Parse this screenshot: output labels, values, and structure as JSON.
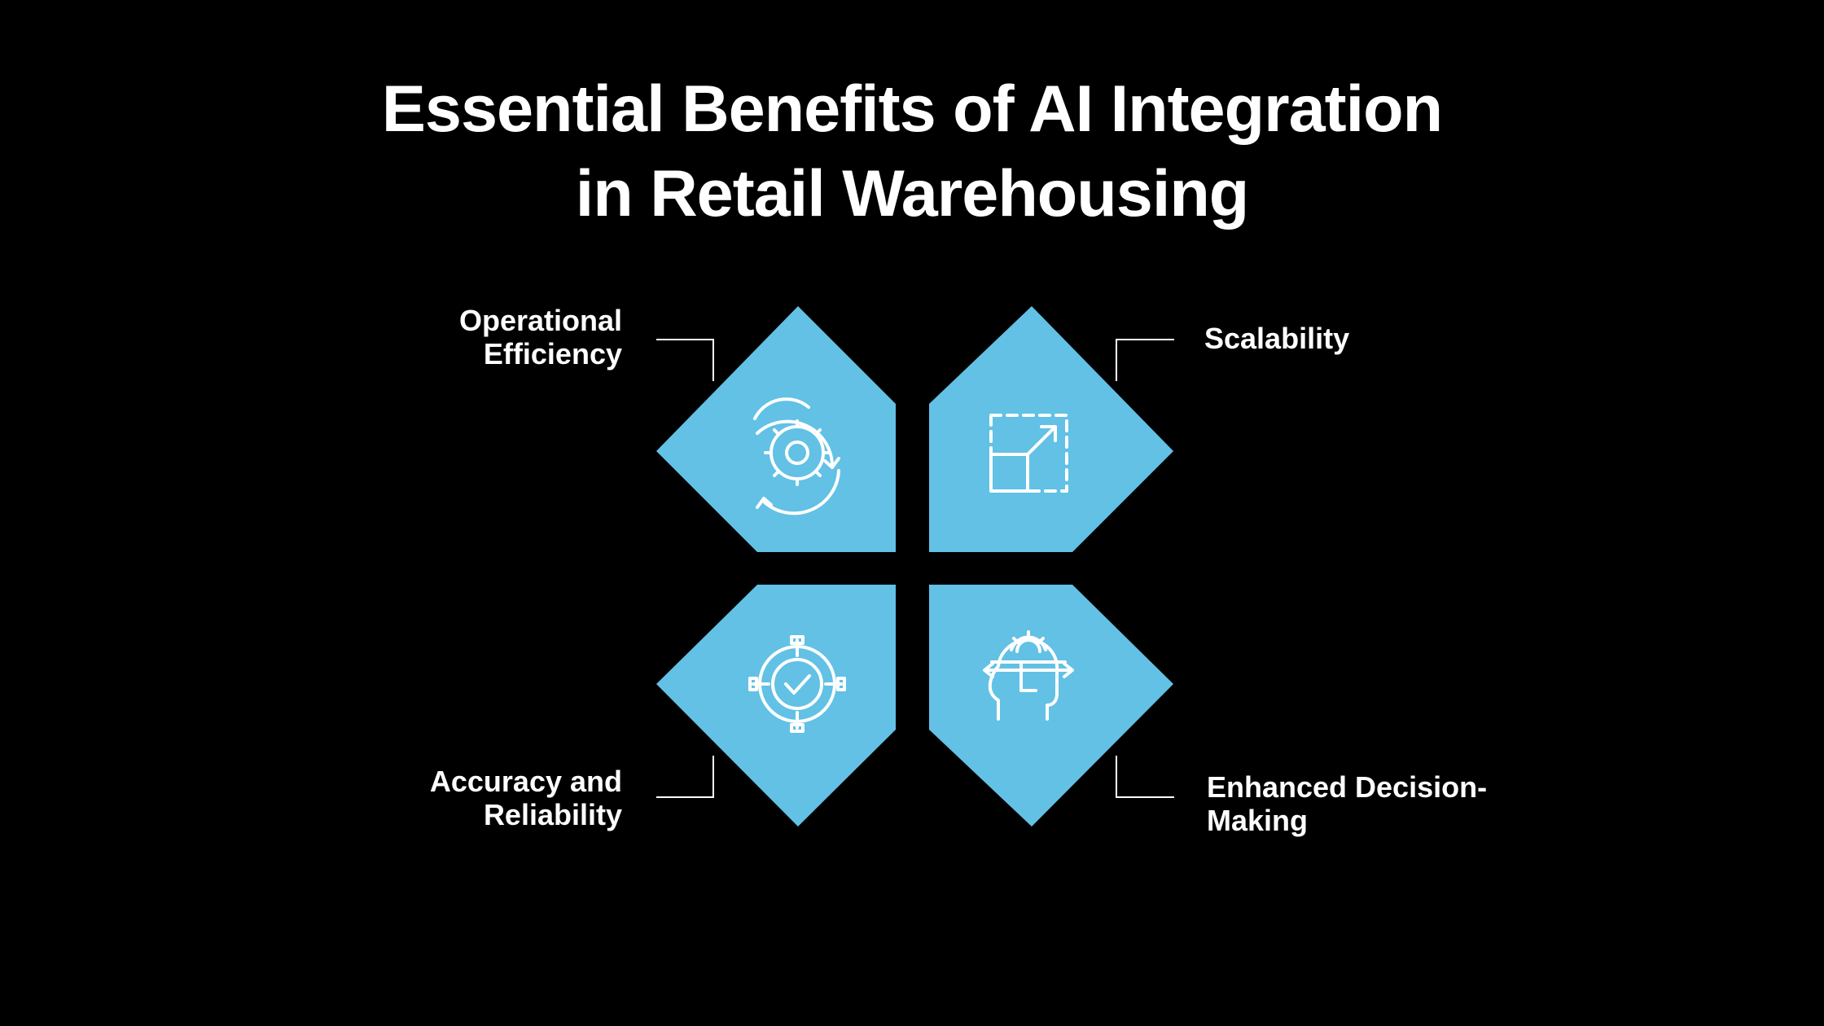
{
  "title": {
    "line1": "Essential Benefits of AI Integration",
    "line2": "in Retail Warehousing"
  },
  "colors": {
    "background": "#000000",
    "tile": "#62c1e5",
    "text": "#ffffff",
    "connector": "#ffffff"
  },
  "benefits": [
    {
      "line1": "Operational",
      "line2": "Efficiency",
      "icon": "gear-cycle-icon"
    },
    {
      "line1": "Scalability",
      "line2": "",
      "icon": "scale-up-icon"
    },
    {
      "line1": "Accuracy and",
      "line2": "Reliability",
      "icon": "target-check-icon"
    },
    {
      "line1": "Enhanced Decision-",
      "line2": "Making",
      "icon": "head-gear-icon"
    }
  ]
}
